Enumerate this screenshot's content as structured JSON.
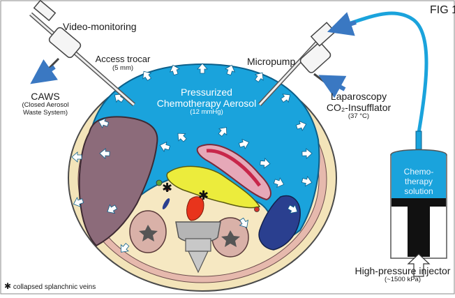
{
  "figure_id": "FIG 1",
  "labels": {
    "video_monitoring": "Video-monitoring",
    "access_trocar": "Access trocar",
    "access_trocar_size": "(5 mm)",
    "caws": "CAWS",
    "caws_line1": "(Closed Aerosol",
    "caws_line2": "Waste System)",
    "micropump": "Micropump",
    "aerosol_line1": "Pressurized",
    "aerosol_line2": "Chemotherapy Aerosol",
    "aerosol_pressure": "(12 mmHg)",
    "insufflator_line1": "Laparoscopy",
    "insufflator_line2": "CO₂-Insufflator",
    "insufflator_temp": "(37 °C)",
    "syringe_line1": "Chemo-",
    "syringe_line2": "therapy",
    "syringe_line3": "solution",
    "injector": "High-pressure injector",
    "injector_pressure": "(~1500 kPa)",
    "legend_symbol": "✱",
    "legend_text": "collapsed splanchnic veins"
  },
  "colors": {
    "aerosol": "#1aa3dc",
    "arrow_blue": "#3a78c2",
    "liver": "#8c6b7a",
    "pancreas": "#ecec3c",
    "skin": "#f2e3b8",
    "muscle": "#e3b3a8",
    "spleen": "#2a3f8f",
    "vertebra": "#b5b5b5"
  }
}
